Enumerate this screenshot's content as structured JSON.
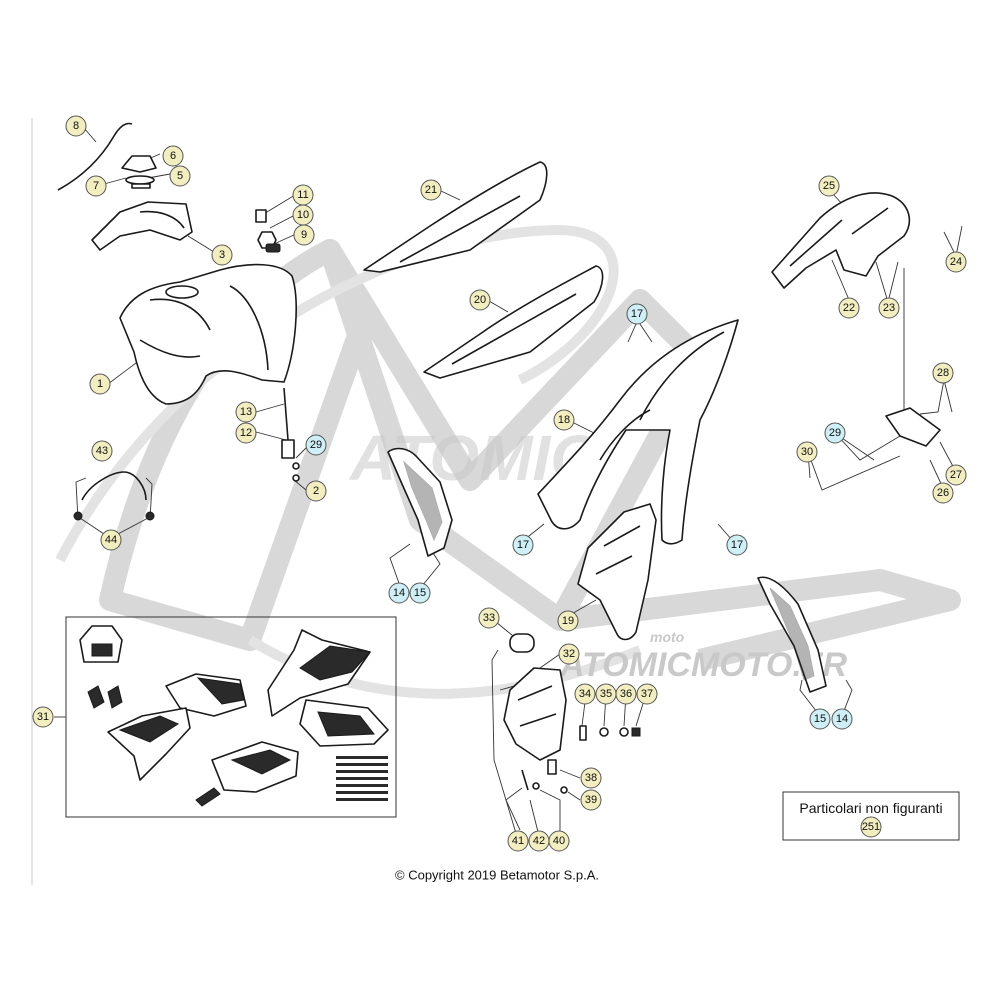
{
  "colors": {
    "callout_fill": "#f2eec0",
    "callout_highlight_fill": "#cdeff5",
    "line": "#1a1a1a",
    "watermark": "#d8d8d8"
  },
  "watermark": {
    "brand": "ATOMIC",
    "brand_sub": "moto",
    "url": "ATOMICMOTO.FR"
  },
  "callouts": [
    {
      "id": "c-8",
      "label": "8",
      "highlight": false
    },
    {
      "id": "c-6",
      "label": "6",
      "highlight": false
    },
    {
      "id": "c-7",
      "label": "7",
      "highlight": false
    },
    {
      "id": "c-5",
      "label": "5",
      "highlight": false
    },
    {
      "id": "c-3",
      "label": "3",
      "highlight": false
    },
    {
      "id": "c-11",
      "label": "11",
      "highlight": false
    },
    {
      "id": "c-10",
      "label": "10",
      "highlight": false
    },
    {
      "id": "c-9",
      "label": "9",
      "highlight": false
    },
    {
      "id": "c-1",
      "label": "1",
      "highlight": false
    },
    {
      "id": "c-13",
      "label": "13",
      "highlight": false
    },
    {
      "id": "c-12",
      "label": "12",
      "highlight": false
    },
    {
      "id": "c-29a",
      "label": "29",
      "highlight": true
    },
    {
      "id": "c-2",
      "label": "2",
      "highlight": false
    },
    {
      "id": "c-43",
      "label": "43",
      "highlight": false
    },
    {
      "id": "c-44",
      "label": "44",
      "highlight": false
    },
    {
      "id": "c-21",
      "label": "21",
      "highlight": false
    },
    {
      "id": "c-20",
      "label": "20",
      "highlight": false
    },
    {
      "id": "c-17a",
      "label": "17",
      "highlight": true
    },
    {
      "id": "c-18",
      "label": "18",
      "highlight": false
    },
    {
      "id": "c-17b",
      "label": "17",
      "highlight": true
    },
    {
      "id": "c-17c",
      "label": "17",
      "highlight": true
    },
    {
      "id": "c-14a",
      "label": "14",
      "highlight": true
    },
    {
      "id": "c-15a",
      "label": "15",
      "highlight": true
    },
    {
      "id": "c-19",
      "label": "19",
      "highlight": false
    },
    {
      "id": "c-25",
      "label": "25",
      "highlight": false
    },
    {
      "id": "c-24",
      "label": "24",
      "highlight": false
    },
    {
      "id": "c-22",
      "label": "22",
      "highlight": false
    },
    {
      "id": "c-23",
      "label": "23",
      "highlight": false
    },
    {
      "id": "c-28",
      "label": "28",
      "highlight": false
    },
    {
      "id": "c-29b",
      "label": "29",
      "highlight": true
    },
    {
      "id": "c-30",
      "label": "30",
      "highlight": false
    },
    {
      "id": "c-27",
      "label": "27",
      "highlight": false
    },
    {
      "id": "c-26",
      "label": "26",
      "highlight": false
    },
    {
      "id": "c-15b",
      "label": "15",
      "highlight": true
    },
    {
      "id": "c-14b",
      "label": "14",
      "highlight": true
    },
    {
      "id": "c-33",
      "label": "33",
      "highlight": false
    },
    {
      "id": "c-32",
      "label": "32",
      "highlight": false
    },
    {
      "id": "c-34",
      "label": "34",
      "highlight": false
    },
    {
      "id": "c-35",
      "label": "35",
      "highlight": false
    },
    {
      "id": "c-36",
      "label": "36",
      "highlight": false
    },
    {
      "id": "c-37",
      "label": "37",
      "highlight": false
    },
    {
      "id": "c-38",
      "label": "38",
      "highlight": false
    },
    {
      "id": "c-39",
      "label": "39",
      "highlight": false
    },
    {
      "id": "c-41",
      "label": "41",
      "highlight": false
    },
    {
      "id": "c-42",
      "label": "42",
      "highlight": false
    },
    {
      "id": "c-40",
      "label": "40",
      "highlight": false
    },
    {
      "id": "c-31",
      "label": "31",
      "highlight": false
    }
  ],
  "note": {
    "title": "Particolari non figuranti",
    "callout": "251"
  },
  "copyright": "© Copyright 2019 Betamotor S.p.A."
}
